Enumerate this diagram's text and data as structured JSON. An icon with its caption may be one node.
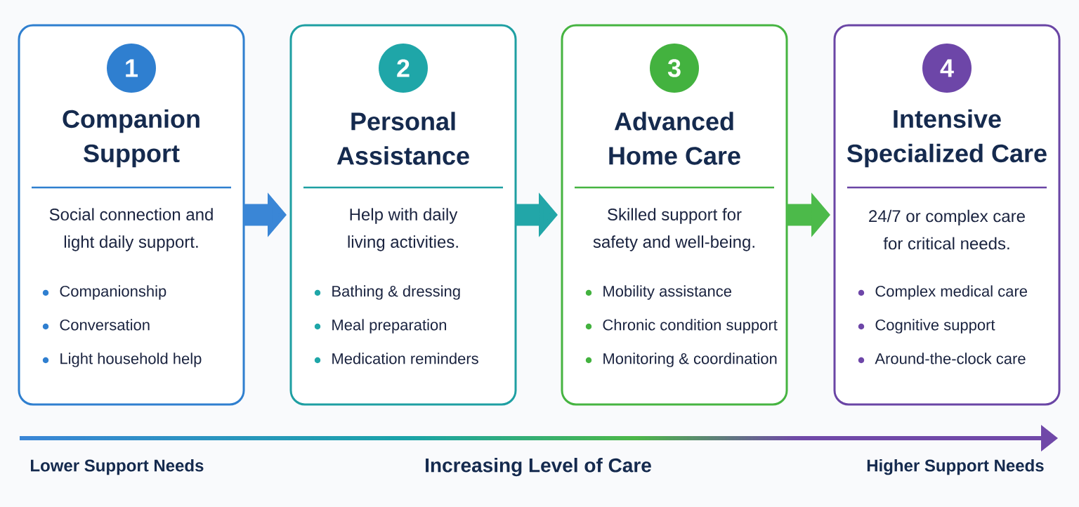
{
  "diagram": {
    "nodes": [
      {
        "text": [
          "Companion Support",
          "Social connection and light daily support.",
          "Companionship",
          "Conversation",
          "Light household help"
        ]
      },
      {
        "text": [
          "1"
        ],
        "in": 0
      },
      {
        "text": [
          "Personal Assistance",
          "Help with daily living activities.",
          "Bathing & dressing",
          "Meal preparation",
          "Medication reminders"
        ]
      },
      {
        "text": [
          "2"
        ],
        "in": 2
      },
      {
        "text": [
          "Advanced Home Care",
          "Skilled support for safety and well-being.",
          "Mobility assistance",
          "Chronic condition support",
          "Monitoring & coordination"
        ]
      },
      {
        "text": [
          "3"
        ],
        "in": 4
      },
      {
        "text": [
          "Intensive Specialized Care",
          "24/7 or complex care for critical needs.",
          "Complex medical care",
          "Cognitive support",
          "Around-the-clock care"
        ]
      },
      {
        "text": [
          "4"
        ],
        "in": 6
      }
    ],
    "edges": [
      {
        "from": 0,
        "to": 2,
        "arrow": "to",
        "color": "#3a86d6"
      },
      {
        "from": 2,
        "to": 4,
        "arrow": "to",
        "color": "#22a6a8"
      },
      {
        "from": 4,
        "to": 6,
        "arrow": "to",
        "color": "#4cba4a"
      }
    ],
    "labels": [
      "Lower Support Needs",
      "Increasing Level of Care",
      "Higher Support Needs"
    ]
  }
}
